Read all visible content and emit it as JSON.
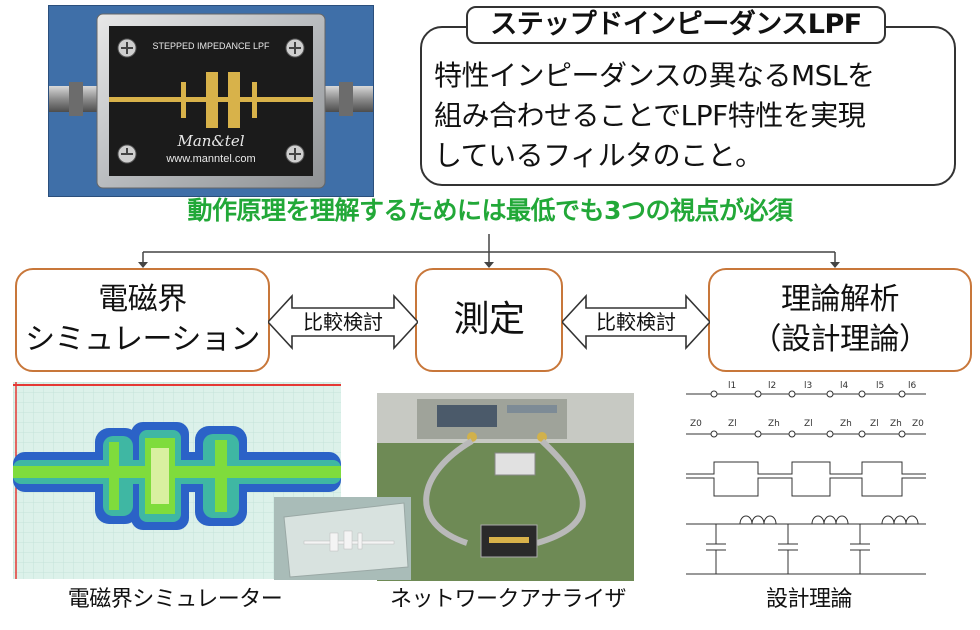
{
  "photo": {
    "board_label": "STEPPED IMPEDANCE LPF",
    "logo_text": "Man&tel",
    "url_text": "www.manntel.com"
  },
  "callout": {
    "title": "ステップドインピーダンスLPF",
    "lines": [
      "特性インピーダンスの異なるMSLを",
      "組み合わせることでLPF特性を実現",
      "しているフィルタのこと。"
    ]
  },
  "headline": "動作原理を理解するためには最低でも3つの視点が必須",
  "boxes": {
    "em_sim": [
      "電磁界",
      "シミュレーション"
    ],
    "measurement": "測定",
    "theory": [
      "理論解析",
      "（設計理論）"
    ]
  },
  "compare_label": "比較検討",
  "theory_diagram": {
    "length_labels": [
      "l1",
      "l2",
      "l3",
      "l4",
      "l5",
      "l6"
    ],
    "impedance_labels": [
      "Z0",
      "Zl",
      "Zh",
      "Zl",
      "Zh",
      "Zl",
      "Zh",
      "Z0"
    ]
  },
  "captions": {
    "em_sim": "電磁界シミュレーター",
    "network_analyzer": "ネットワークアナライザ",
    "design_theory": "設計理論"
  },
  "colors": {
    "headline": "#22a838",
    "box_border": "#c8773a",
    "photo_background": "#3f6fa8"
  }
}
